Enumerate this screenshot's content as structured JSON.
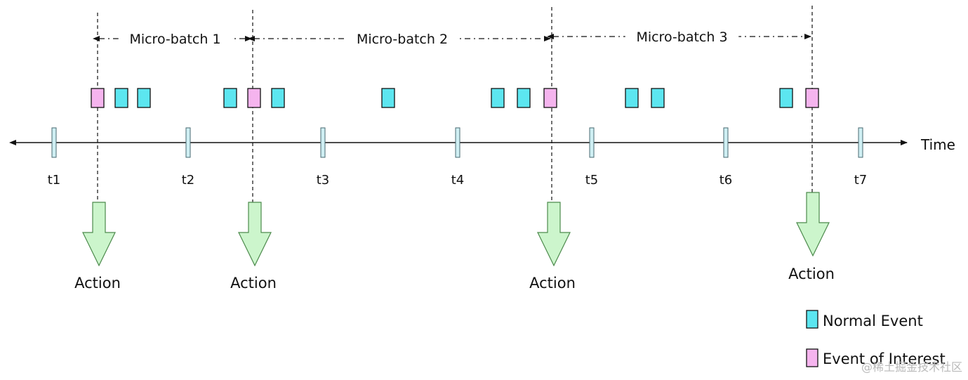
{
  "batches": [
    {
      "label": "Micro-batch 1"
    },
    {
      "label": "Micro-batch 2"
    },
    {
      "label": "Micro-batch 3"
    }
  ],
  "time_label": "Time",
  "ticks": [
    "t1",
    "t2",
    "t3",
    "t4",
    "t5",
    "t6",
    "t7"
  ],
  "events": [
    {
      "type": "interest"
    },
    {
      "type": "normal"
    },
    {
      "type": "normal"
    },
    {
      "type": "normal"
    },
    {
      "type": "interest"
    },
    {
      "type": "normal"
    },
    {
      "type": "normal"
    },
    {
      "type": "normal"
    },
    {
      "type": "normal"
    },
    {
      "type": "interest"
    },
    {
      "type": "normal"
    },
    {
      "type": "normal"
    },
    {
      "type": "normal"
    },
    {
      "type": "interest"
    }
  ],
  "actions": [
    {
      "label": "Action"
    },
    {
      "label": "Action"
    },
    {
      "label": "Action"
    },
    {
      "label": "Action"
    }
  ],
  "legend": {
    "normal_label": "Normal Event",
    "interest_label": "Event of Interest"
  },
  "colors": {
    "normal": "#5ce6f0",
    "interest": "#f5b4ee",
    "action": "#ccf5cc",
    "tick": "#cfeff3"
  },
  "watermark": "@稀土掘金技术社区"
}
